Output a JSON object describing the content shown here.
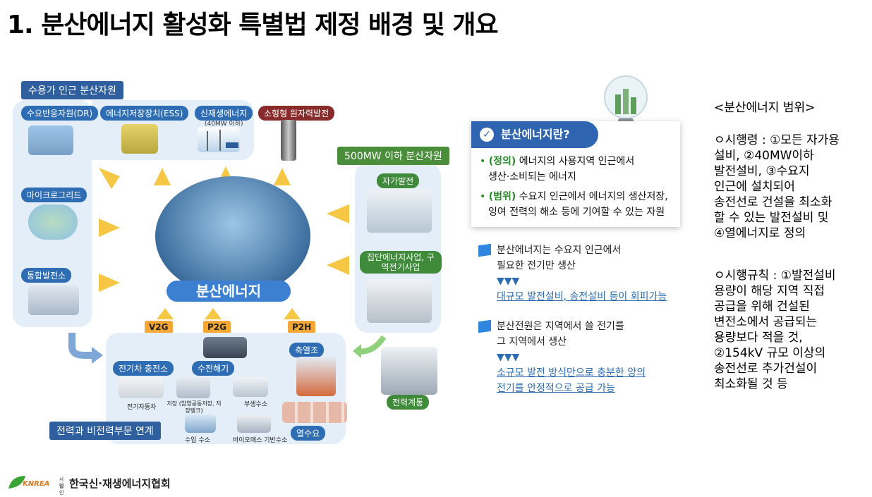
{
  "title": "1. 분산에너지 활성화 특별법 제정 배경 및 개요",
  "diagram": {
    "panel_label": "수용가 인근 분산자원",
    "top_pills": [
      "수요반응자원(DR)",
      "에너지저장장치(ESS)",
      "신재생에너지",
      "소형형 원자력발전"
    ],
    "renewable_note": "(40MW 이하)",
    "left_pills": [
      "마이크로그리드",
      "통합발전소"
    ],
    "center_label": "분산에너지",
    "right_panel_label": "500MW 이하 분산자원",
    "right_pills": [
      "자가발전",
      "집단에너지사업, 구역전기사업"
    ],
    "grid_label": "전력계통",
    "conversion_chips": [
      "V2G",
      "P2G",
      "P2H"
    ],
    "bottom_pills": [
      "전기차 충전소",
      "수전해기",
      "축열조",
      "열수요"
    ],
    "bottom_labels": [
      "전기자동차",
      "저장 (암영공동저장, 저장탱크)",
      "부생수소",
      "수입 수소",
      "바이오매스 기반수소"
    ],
    "bottom_panel_label": "전력과 비전력부문 연계"
  },
  "definition": {
    "heading": "분산에너지란?",
    "item1_tag": "(정의)",
    "item1_line1": "에너지의 사용지역 인근에서",
    "item1_line2": "생산·소비되는 에너지",
    "item2_tag": "(범위)",
    "item2_line1": "수요지 인근에서 에너지의 생산저장,",
    "item2_line2": "잉여 전력의 해소 등에 기여할 수 있는 자원"
  },
  "notes": [
    {
      "line1": "분산에너지는 수요지 인근에서",
      "line2": "필요한 전기만 생산",
      "arrows": "▼▼▼",
      "result1": "대규모 발전설비, 송전설비 등이 회피가능",
      "result2": ""
    },
    {
      "line1": "분산전원은 지역에서 쓸 전기를",
      "line2": "그 지역에서 생산",
      "arrows": "▼▼▼",
      "result1": "소규모 발전 방식만으로 충분한 양의",
      "result2": "전기를 안정적으로 공급 가능"
    }
  ],
  "scope": {
    "heading": "<분산에너지 범위>",
    "p1": [
      "ㅇ시행령 : ①모든 자가용",
      "설비, ②40MW이하",
      "발전설비, ③수요지",
      "인근에 설치되어",
      "송전선로 건설을 최소화",
      "할 수 있는 발전설비 및",
      "④열에너지로 정의"
    ],
    "p2": [
      "ㅇ시행규칙 : ①발전설비",
      "용량이 해당 지역 직접",
      "공급을 위해 건설된",
      "변전소에서 공급되는",
      "용량보다 적을 것,",
      "②154kV 규모 이상의",
      "송전선로 추가건설이",
      "최소화될 것 등"
    ]
  },
  "footer": {
    "logo_text": "KNREA",
    "corp_small_1": "사단",
    "corp_small_2": "법인",
    "org_name": "한국신·재생에너지협회"
  }
}
